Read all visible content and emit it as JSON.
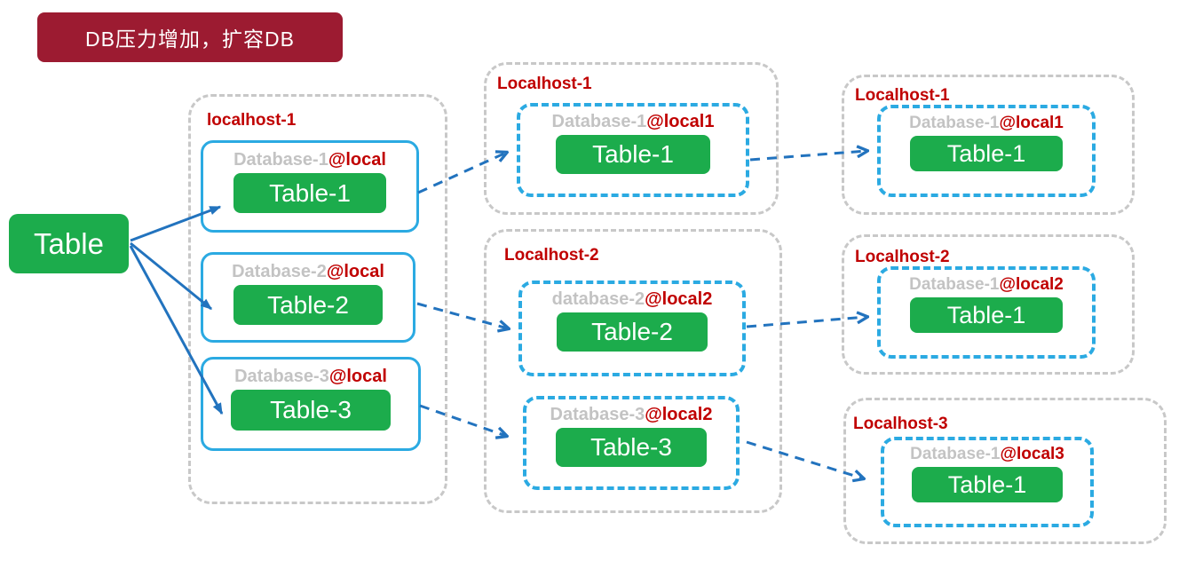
{
  "banner": {
    "text": "DB压力增加，扩容DB"
  },
  "source": {
    "label": "Table"
  },
  "colors": {
    "banner_bg": "#9C1B31",
    "node_green": "#1CAC4C",
    "db_border_cyan": "#2BAAE2",
    "arrow_blue": "#2273BE",
    "host_border_gray": "#C8C8C8",
    "db_name_gray": "#C3C3C3",
    "accent_red": "#C00000"
  },
  "stage1": {
    "host": "localhost-1",
    "dbs": [
      {
        "name": "Database-1",
        "at": "@local",
        "table": "Table-1"
      },
      {
        "name": "Database-2",
        "at": "@local",
        "table": "Table-2"
      },
      {
        "name": "Database-3",
        "at": "@local",
        "table": "Table-3"
      }
    ]
  },
  "stage2": {
    "hosts": [
      {
        "label": "Localhost-1",
        "dbs": [
          {
            "name": "Database-1",
            "at": "@local1",
            "table": "Table-1"
          }
        ]
      },
      {
        "label": "Localhost-2",
        "dbs": [
          {
            "name": "database-2",
            "at": "@local2",
            "table": "Table-2"
          },
          {
            "name": "Database-3",
            "at": "@local2",
            "table": "Table-3"
          }
        ]
      }
    ]
  },
  "stage3": {
    "hosts": [
      {
        "label": "Localhost-1",
        "dbs": [
          {
            "name": "Database-1",
            "at": "@local1",
            "table": "Table-1"
          }
        ]
      },
      {
        "label": "Localhost-2",
        "dbs": [
          {
            "name": "Database-1",
            "at": "@local2",
            "table": "Table-1"
          }
        ]
      },
      {
        "label": "Localhost-3",
        "dbs": [
          {
            "name": "Database-1",
            "at": "@local3",
            "table": "Table-1"
          }
        ]
      }
    ]
  }
}
